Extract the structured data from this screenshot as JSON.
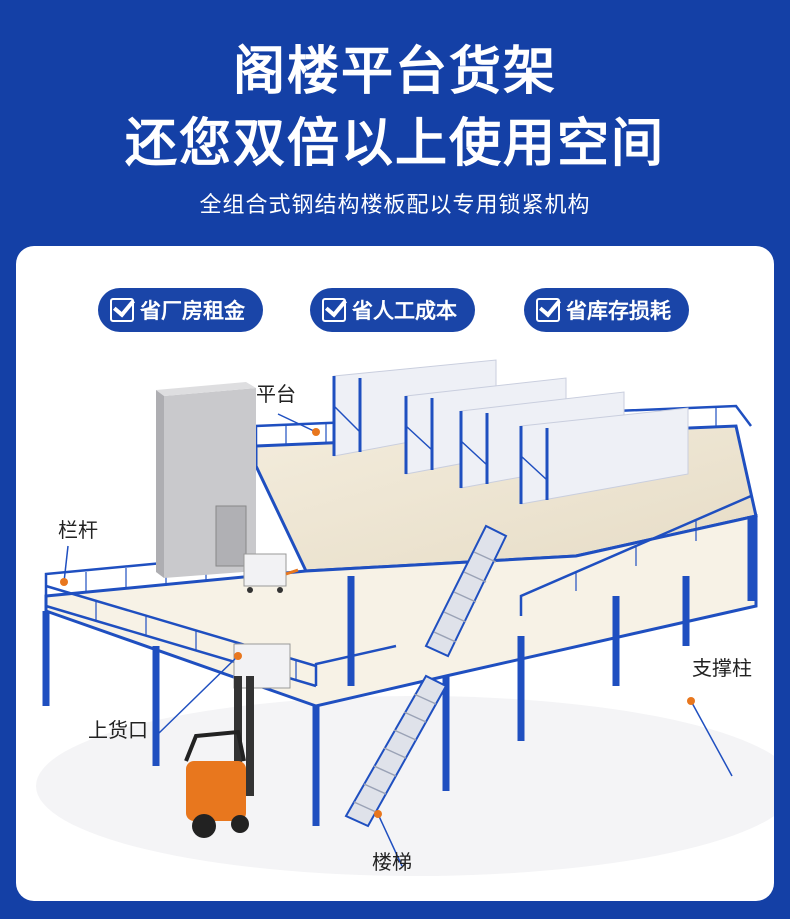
{
  "header": {
    "title_line1": "阁楼平台货架",
    "title_line2": "还您双倍以上使用空间",
    "subtitle": "全组合式钢结构楼板配以专用锁紧机构"
  },
  "badges": [
    {
      "label": "省厂房租金"
    },
    {
      "label": "省人工成本"
    },
    {
      "label": "省库存损耗"
    }
  ],
  "callouts": {
    "platform": "平台",
    "railing": "栏杆",
    "loading_port": "上货口",
    "support_column": "支撑柱",
    "stairs": "楼梯"
  },
  "colors": {
    "brand_blue": "#1440a6",
    "steel_blue": "#1f4fc0",
    "accent_orange": "#e8771e",
    "floor": "#efe7d6"
  }
}
